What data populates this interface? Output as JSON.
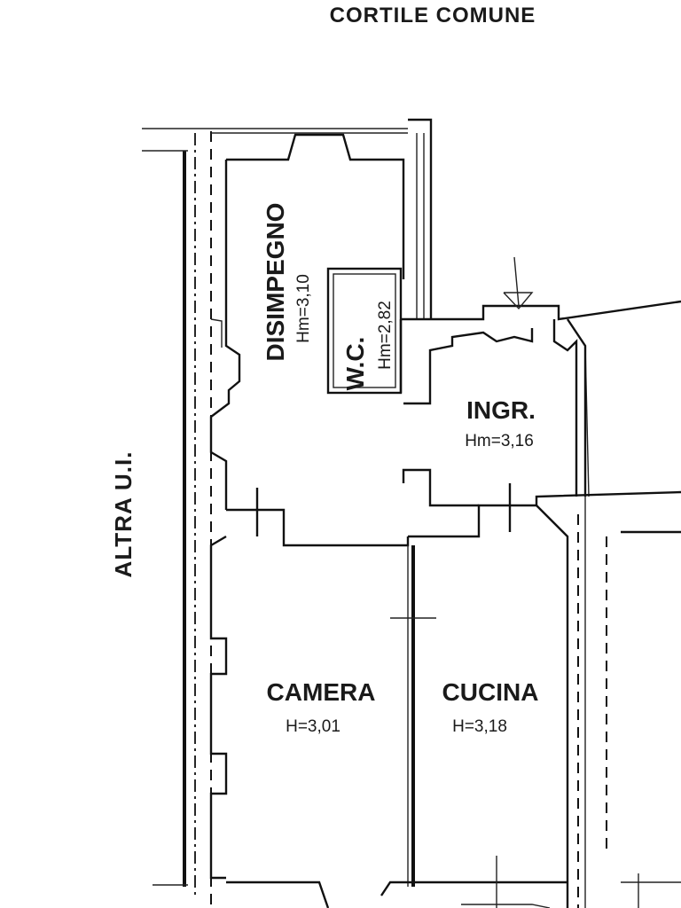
{
  "header": {
    "courtyard_label": "CORTILE COMUNE"
  },
  "side": {
    "neighbor_label": "ALTRA U.I."
  },
  "rooms": {
    "disimpegno": {
      "name": "DISIMPEGNO",
      "height": "Hm=3,10"
    },
    "wc": {
      "name": "W.C.",
      "height": "Hm=2,82"
    },
    "ingresso": {
      "name": "INGR.",
      "height": "Hm=3,16"
    },
    "camera": {
      "name": "CAMERA",
      "height": "H=3,01"
    },
    "cucina": {
      "name": "CUCINA",
      "height": "H=3,18"
    }
  }
}
